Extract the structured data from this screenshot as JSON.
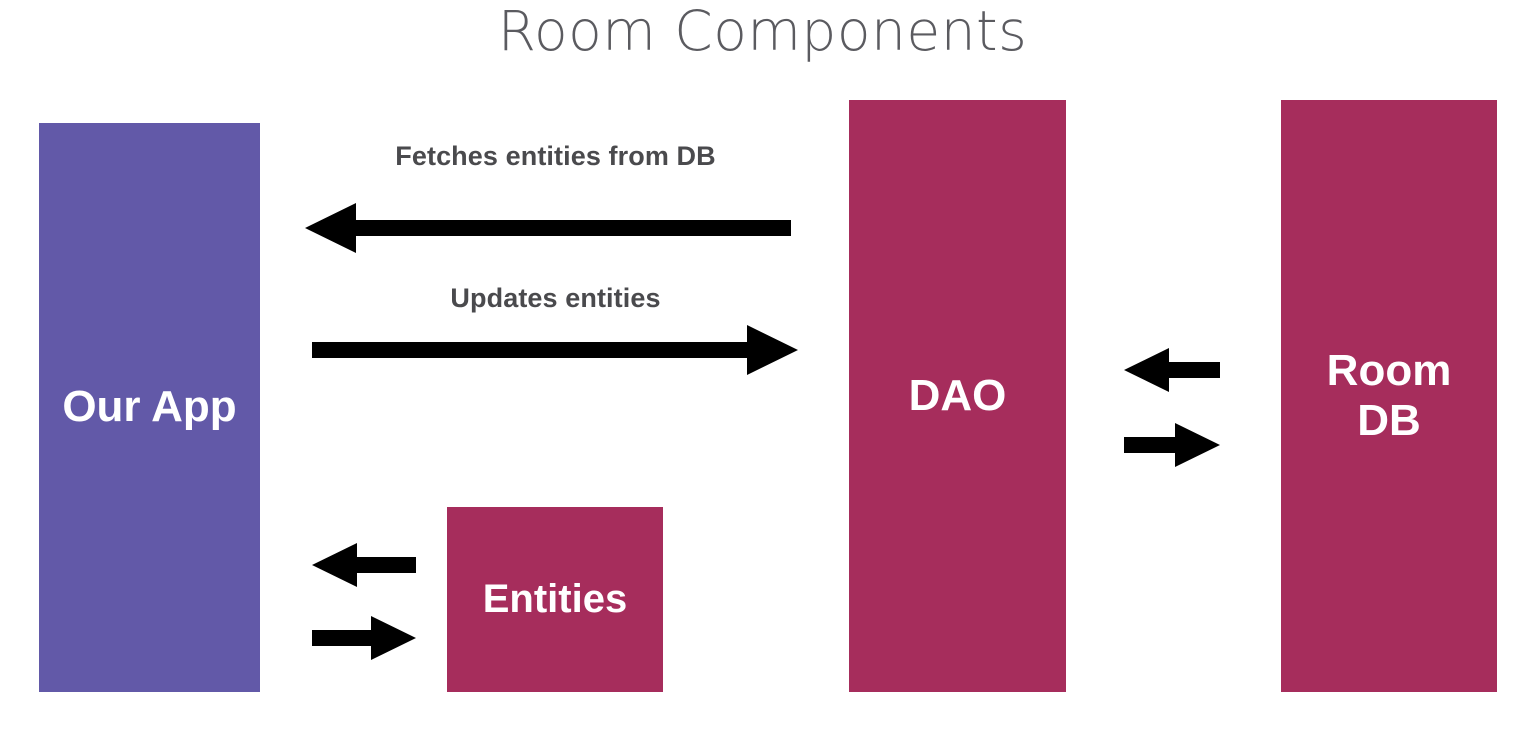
{
  "diagram": {
    "title": "Room Components",
    "title_color": "#5b5b60",
    "background": "#ffffff",
    "colors": {
      "app_purple": "#6259a8",
      "room_magenta": "#a62d5c",
      "arrow_black": "#000000",
      "label_gray": "#4a4a4d"
    }
  },
  "nodes": {
    "our_app": {
      "label": "Our App",
      "color": "#6259a8",
      "text_color": "#ffffff"
    },
    "entities": {
      "label": "Entities",
      "color": "#a62d5c",
      "text_color": "#ffffff"
    },
    "dao": {
      "label": "DAO",
      "color": "#a62d5c",
      "text_color": "#ffffff"
    },
    "room_db": {
      "label": "Room\nDB",
      "color": "#a62d5c",
      "text_color": "#ffffff"
    }
  },
  "connections": {
    "fetches": {
      "label": "Fetches entities from DB",
      "direction": "left",
      "from": "DAO",
      "to": "Our App"
    },
    "updates": {
      "label": "Updates entities",
      "direction": "right",
      "from": "Our App",
      "to": "DAO"
    },
    "app_entities_in": {
      "label": "",
      "direction": "left",
      "from": "Entities",
      "to": "Our App"
    },
    "app_entities_out": {
      "label": "",
      "direction": "right",
      "from": "Our App",
      "to": "Entities"
    },
    "dao_db_in": {
      "label": "",
      "direction": "left",
      "from": "Room DB",
      "to": "DAO"
    },
    "dao_db_out": {
      "label": "",
      "direction": "right",
      "from": "DAO",
      "to": "Room DB"
    }
  }
}
